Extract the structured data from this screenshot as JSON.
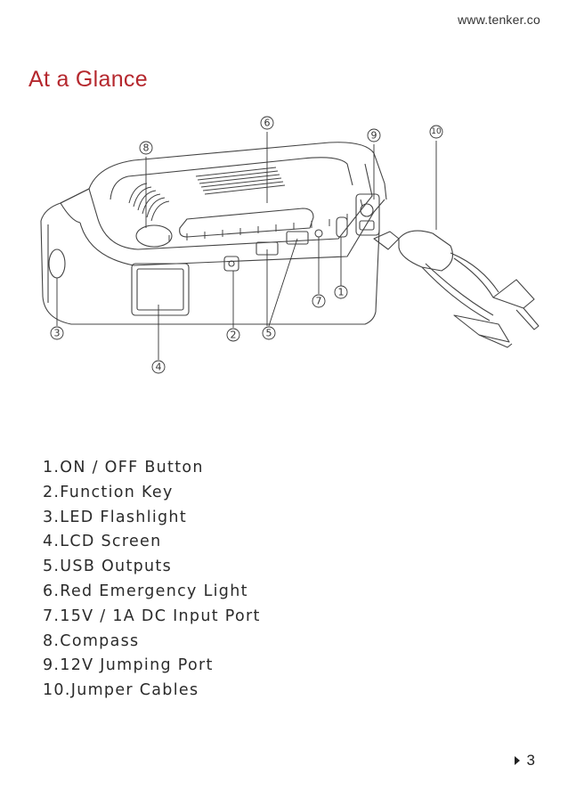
{
  "header": {
    "site_url": "www.tenker.co"
  },
  "page": {
    "title": "At a Glance",
    "page_number": "3"
  },
  "callouts": [
    "1",
    "2",
    "3",
    "4",
    "5",
    "6",
    "7",
    "8",
    "9",
    "10"
  ],
  "parts": [
    "1.ON / OFF Button",
    "2.Function Key",
    "3.LED Flashlight",
    "4.LCD Screen",
    "5.USB Outputs",
    "6.Red Emergency Light",
    "7.15V / 1A DC Input Port",
    "8.Compass",
    "9.12V Jumping Port",
    "10.Jumper Cables"
  ],
  "colors": {
    "title": "#b5282e",
    "text": "#2b2b2b"
  }
}
